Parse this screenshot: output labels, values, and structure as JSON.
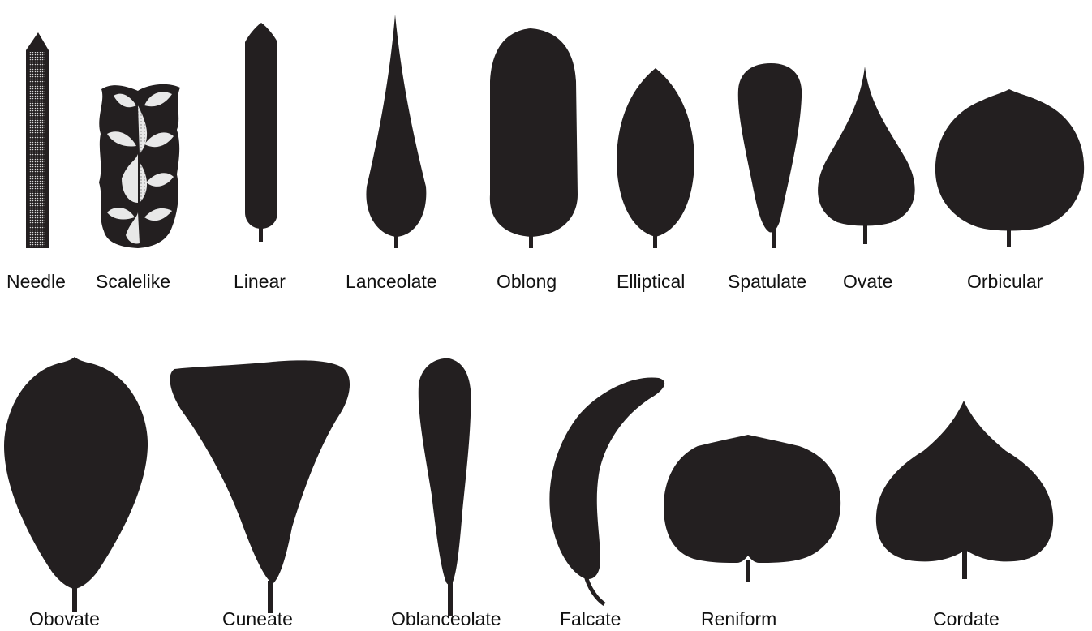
{
  "colors": {
    "leaf": "#231f20",
    "background": "#ffffff",
    "scale_light": "#e8e8e8"
  },
  "row1": [
    {
      "shape": "needle",
      "label": "Needle"
    },
    {
      "shape": "scalelike",
      "label": "Scalelike"
    },
    {
      "shape": "linear",
      "label": "Linear"
    },
    {
      "shape": "lanceolate",
      "label": "Lanceolate"
    },
    {
      "shape": "oblong",
      "label": "Oblong"
    },
    {
      "shape": "elliptical",
      "label": "Elliptical"
    },
    {
      "shape": "spatulate",
      "label": "Spatulate"
    },
    {
      "shape": "ovate",
      "label": "Ovate"
    },
    {
      "shape": "orbicular",
      "label": "Orbicular"
    }
  ],
  "row2": [
    {
      "shape": "obovate",
      "label": "Obovate"
    },
    {
      "shape": "cuneate",
      "label": "Cuneate"
    },
    {
      "shape": "oblanceolate",
      "label": "Oblanceolate"
    },
    {
      "shape": "falcate",
      "label": "Falcate"
    },
    {
      "shape": "reniform",
      "label": "Reniform"
    },
    {
      "shape": "cordate",
      "label": "Cordate"
    }
  ]
}
